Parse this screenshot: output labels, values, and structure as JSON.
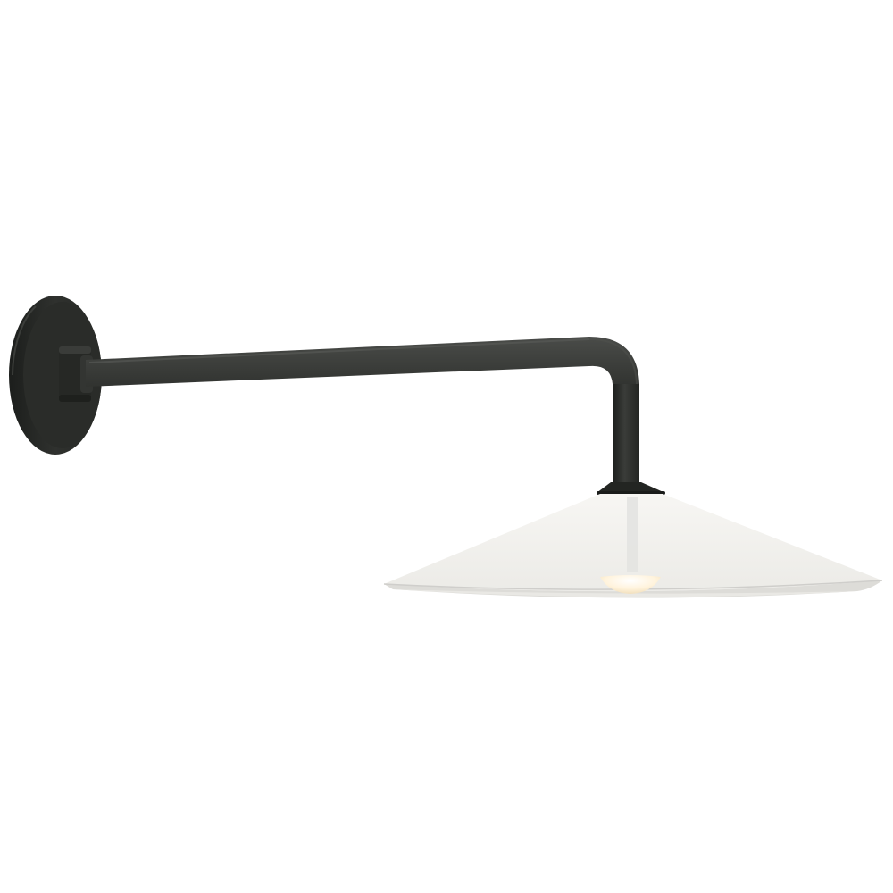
{
  "colors": {
    "background": "#ffffff",
    "fixture_finish": "#2b2d2b",
    "fixture_highlight": "#4a4c49",
    "fixture_shadow": "#1c1e1c",
    "shade_top": "#f3f2ef",
    "shade_underside": "#e9e8e4",
    "shade_rim": "#d6d5d1",
    "bulb_glow": "#fff3dc"
  },
  "parts": [
    "wall-backplate",
    "arm-mount-knuckle",
    "horizontal-arm",
    "arm-elbow",
    "drop-stem",
    "shade-cap",
    "cone-shade",
    "led-bulb"
  ]
}
